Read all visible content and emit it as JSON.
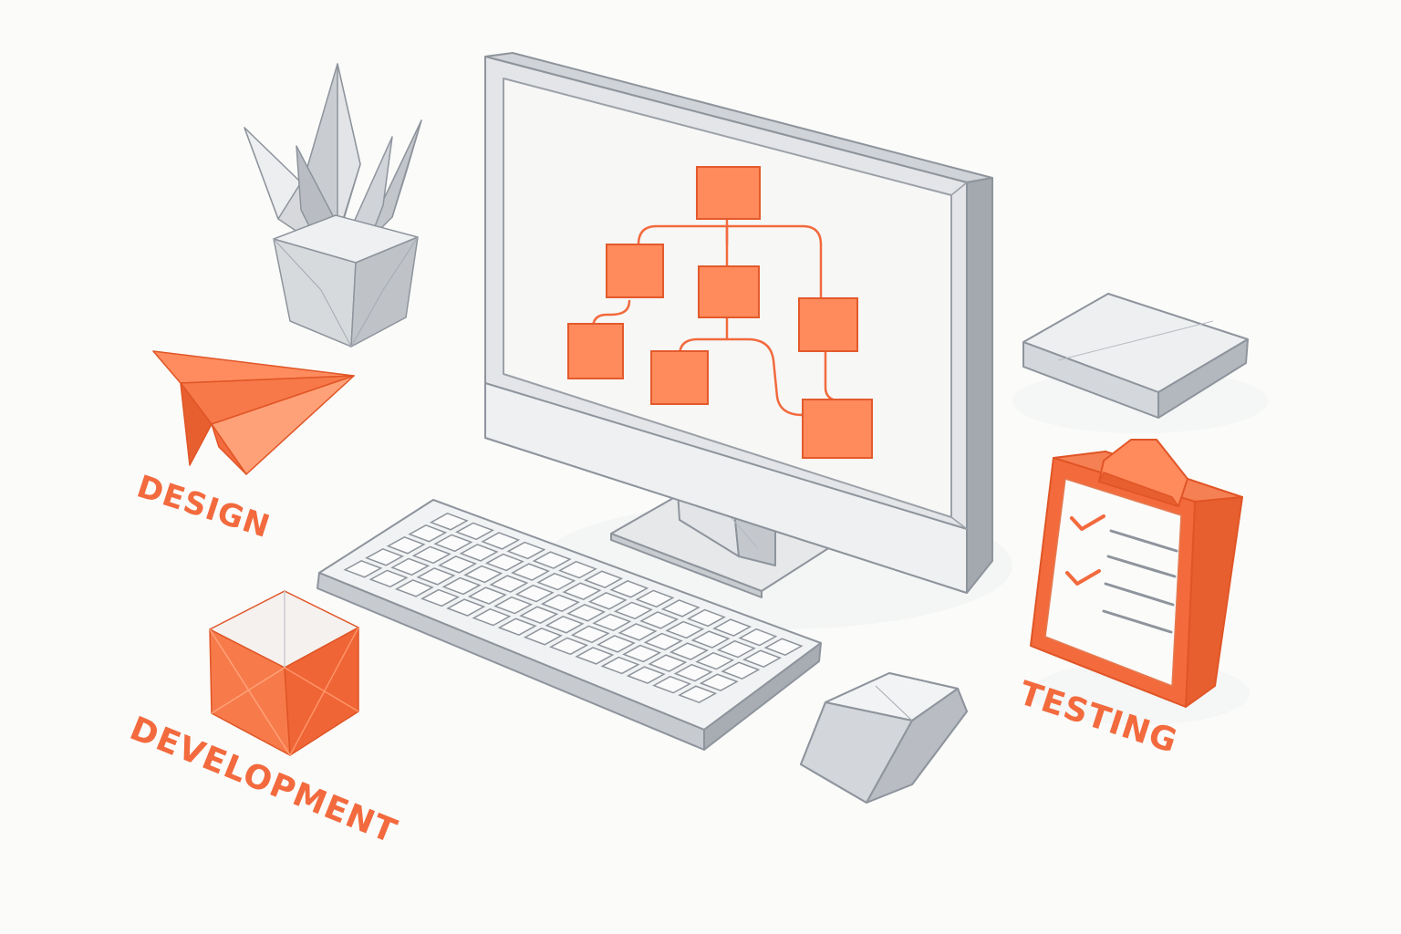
{
  "labels": {
    "design": "DESIGN",
    "development": "DEVELOPMENT",
    "testing": "TESTING"
  },
  "colors": {
    "accent": "#f26a3d",
    "accent_light": "#ff8a5c",
    "accent_dark": "#e05526",
    "gray_light": "#e6e7e9",
    "gray_mid": "#c8cbd0",
    "gray_dark": "#9aa0a8",
    "outline": "#8e949c",
    "background": "#fbfbfa"
  },
  "icons": {
    "plant": "plant-icon",
    "paper_plane": "paper-plane-icon",
    "cube": "cube-icon",
    "monitor": "monitor-icon",
    "flowchart": "flowchart-icon",
    "keyboard": "keyboard-icon",
    "mouse": "mouse-icon",
    "tablet": "tablet-icon",
    "clipboard": "clipboard-icon",
    "checkmark": "checkmark-icon"
  }
}
